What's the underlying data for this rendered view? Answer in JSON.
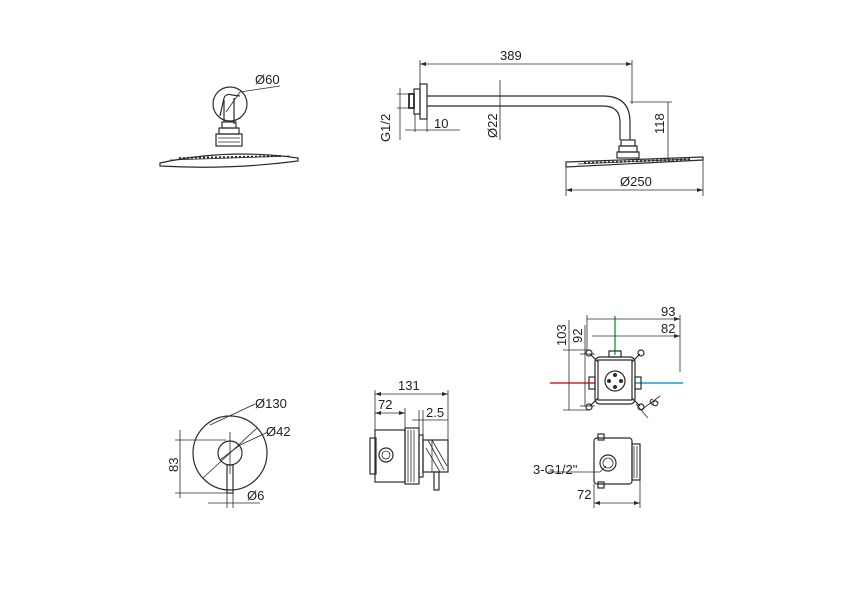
{
  "shower_head_top": {
    "flange_diameter": "Ø60"
  },
  "shower_arm_side": {
    "arm_length": "389",
    "thread": "G1/2",
    "flange_thickness": "10",
    "arm_diameter": "Ø22",
    "drop_height": "118",
    "head_diameter": "Ø250"
  },
  "valve_front": {
    "plate_diameter": "Ø130",
    "handle_diameter": "Ø42",
    "height": "83",
    "lever_width": "Ø6"
  },
  "valve_side": {
    "total_depth": "131",
    "body_depth": "72",
    "plate_thickness": "2.5"
  },
  "box_front": {
    "height_outer": "103",
    "height_inner": "92",
    "width_outer": "93",
    "width_inner": "82",
    "mount_offset": "6",
    "hot_color": "#e0202a",
    "cold_color": "#1a9bd7",
    "center_color": "#2aa84a"
  },
  "box_side": {
    "connections": "3-G1/2\"",
    "depth": "72"
  }
}
